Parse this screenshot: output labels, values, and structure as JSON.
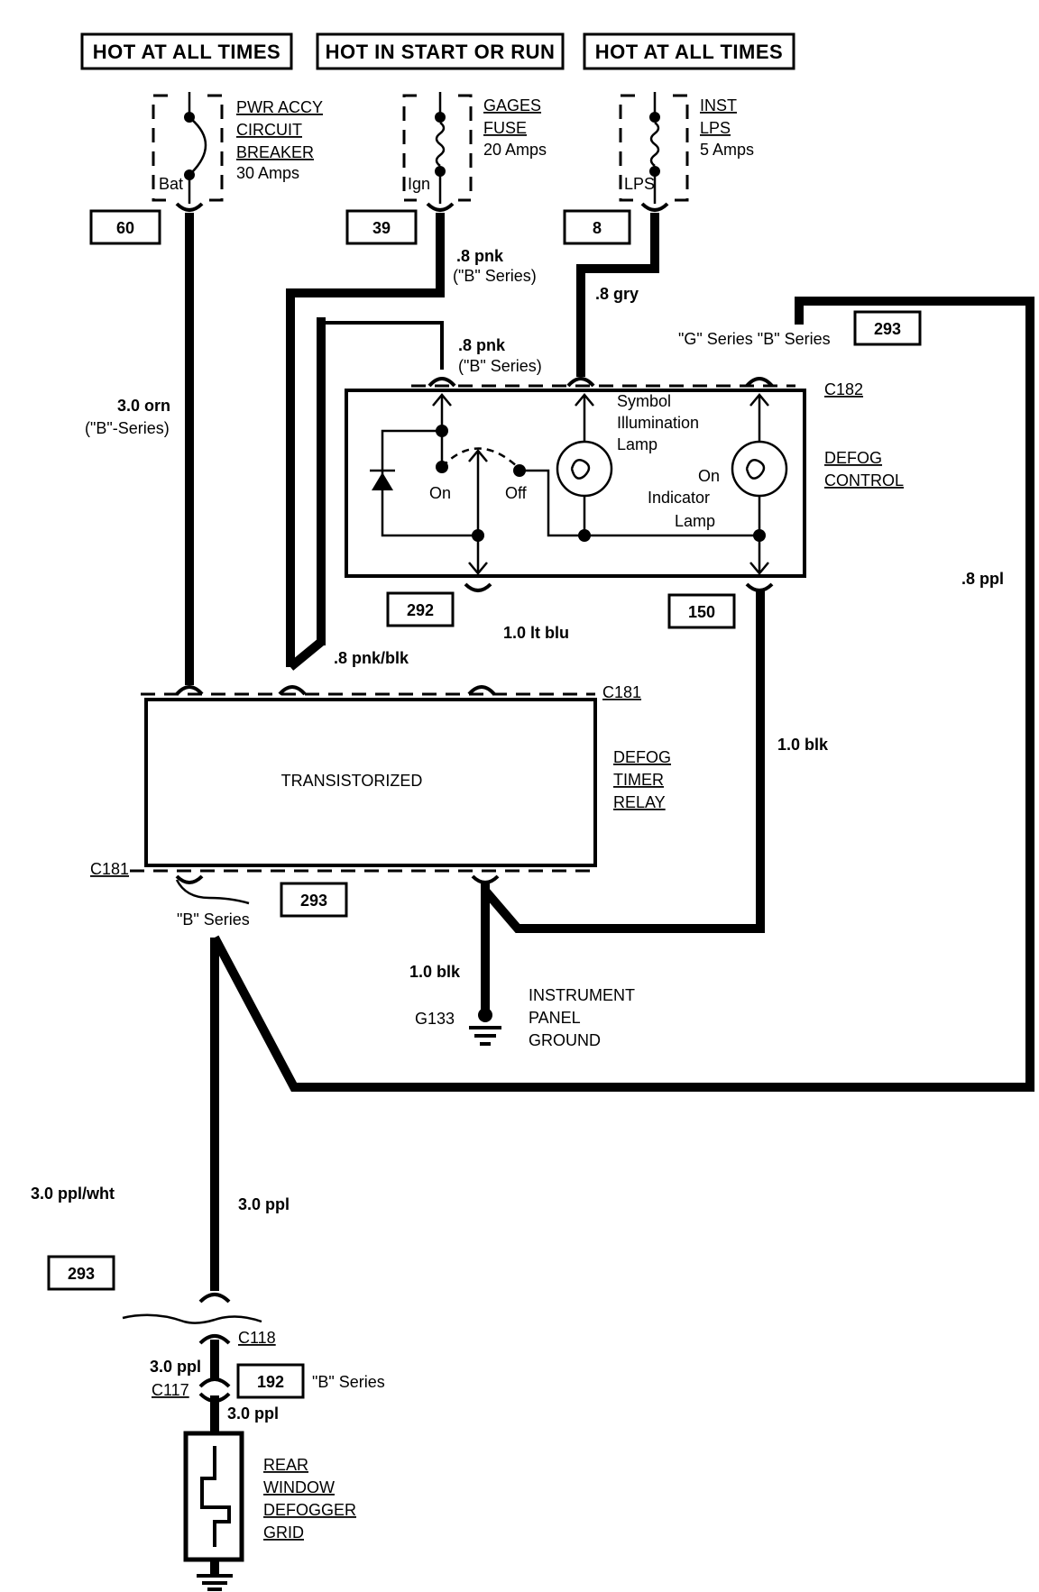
{
  "headers": {
    "h1": "HOT AT ALL TIMES",
    "h2": "HOT IN START OR RUN",
    "h3": "HOT AT ALL TIMES"
  },
  "fuses": {
    "breaker": {
      "l1": "PWR ACCY",
      "l2": "CIRCUIT",
      "l3": "BREAKER",
      "l4": "30 Amps",
      "term": "Bat"
    },
    "gages": {
      "l1": "GAGES",
      "l2": "FUSE",
      "l3": "20 Amps",
      "term": "Ign"
    },
    "inst": {
      "l1": "INST",
      "l2": "LPS",
      "l3": "5 Amps",
      "term": "LPS"
    }
  },
  "circuits": {
    "c60": "60",
    "c39": "39",
    "c8": "8",
    "c293_top": "293",
    "c292": "292",
    "c150": "150",
    "c293_mid": "293",
    "c293_low": "293",
    "c192": "192"
  },
  "wires": {
    "w_orn": "3.0 orn",
    "w_orn_series": "(\"B\"-Series)",
    "w_pnk1": ".8 pnk",
    "w_pnk1_series": "(\"B\" Series)",
    "w_pnk2": ".8 pnk",
    "w_pnk2_series": "(\"B\" Series)",
    "w_gry": ".8 gry",
    "w_series_gb": "\"G\" Series \"B\" Series",
    "w_ltblu": "1.0 lt blu",
    "w_pnkblk": ".8 pnk/blk",
    "w_ppl": ".8 ppl",
    "w_blk1": "1.0 blk",
    "w_blk2": "1.0 blk",
    "w_bseries": "\"B\" Series",
    "w_pplwht": "3.0 ppl/wht",
    "w_ppl3": "3.0 ppl",
    "w_ppl3b": "3.0 ppl",
    "w_ppl3c": "3.0 ppl",
    "w_bseries2": "\"B\" Series"
  },
  "connectors": {
    "c182": "C182",
    "c181a": "C181",
    "c181b": "C181",
    "c118": "C118",
    "c117": "C117"
  },
  "defog_control": {
    "title1": "DEFOG",
    "title2": "CONTROL",
    "symbol1": "Symbol",
    "symbol2": "Illumination",
    "symbol3": "Lamp",
    "on_ind1": "On",
    "on_ind2": "Indicator",
    "on_ind3": "Lamp",
    "sw_on": "On",
    "sw_off": "Off"
  },
  "timer_relay": {
    "inner": "TRANSISTORIZED",
    "t1": "DEFOG",
    "t2": "TIMER",
    "t3": "RELAY"
  },
  "ground": {
    "id": "G133",
    "l1": "INSTRUMENT",
    "l2": "PANEL",
    "l3": "GROUND"
  },
  "grid": {
    "l1": "REAR",
    "l2": "WINDOW",
    "l3": "DEFOGGER",
    "l4": "GRID"
  }
}
